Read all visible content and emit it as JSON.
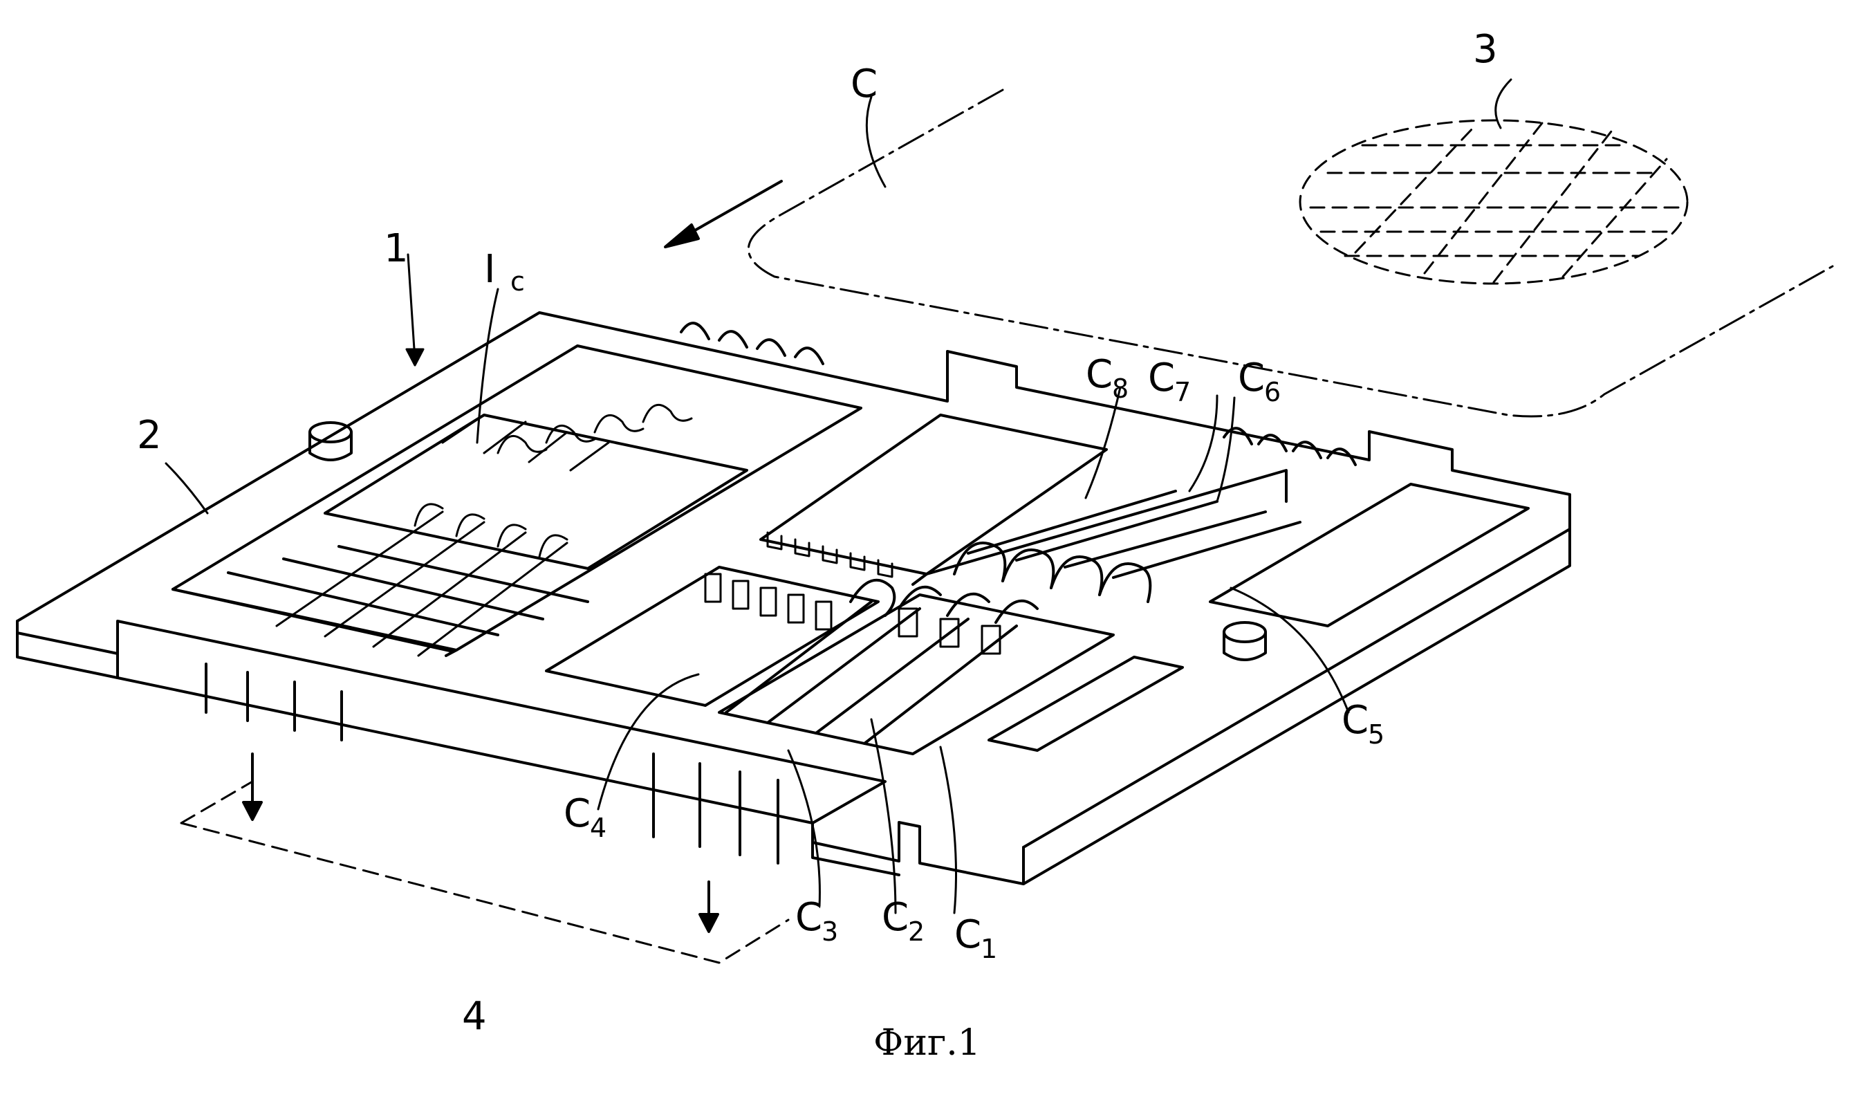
{
  "figure": {
    "caption": "Фиг.1",
    "labels": {
      "connector": "1",
      "base_plate": "2",
      "wafer": "3",
      "pcb": "4",
      "card": "C",
      "ic_main": "I",
      "ic_sub": "c",
      "c1_main": "C",
      "c1_sub": "1",
      "c2_main": "C",
      "c2_sub": "2",
      "c3_main": "C",
      "c3_sub": "3",
      "c4_main": "C",
      "c4_sub": "4",
      "c5_main": "C",
      "c5_sub": "5",
      "c6_main": "C",
      "c6_sub": "6",
      "c7_main": "C",
      "c7_sub": "7",
      "c8_main": "C",
      "c8_sub": "8"
    }
  }
}
